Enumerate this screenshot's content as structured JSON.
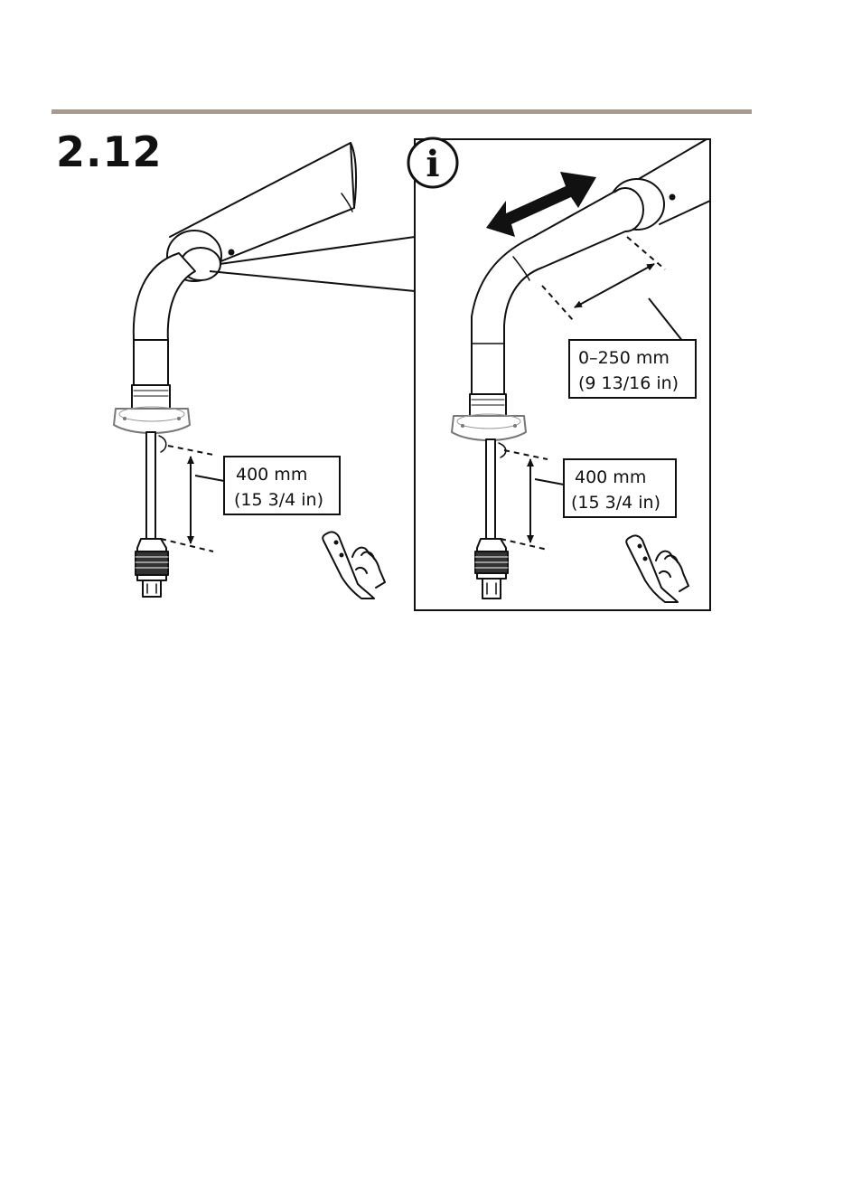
{
  "step": {
    "number": "2.12"
  },
  "colors": {
    "rule": "#a89a8c",
    "line": "#111111"
  },
  "icons": {
    "info": "info-icon",
    "hand": "hand-pointing-icon",
    "arrow": "double-arrow-icon"
  },
  "info_panel": {
    "letter": "i"
  },
  "callouts": {
    "left_cable": {
      "line1": "400 mm",
      "line2": "(15 3/4 in)"
    },
    "right_cable": {
      "line1": "400 mm",
      "line2": "(15 3/4 in)"
    },
    "right_arm": {
      "line1": "0–250 mm",
      "line2": "(9 13/16 in)"
    }
  }
}
